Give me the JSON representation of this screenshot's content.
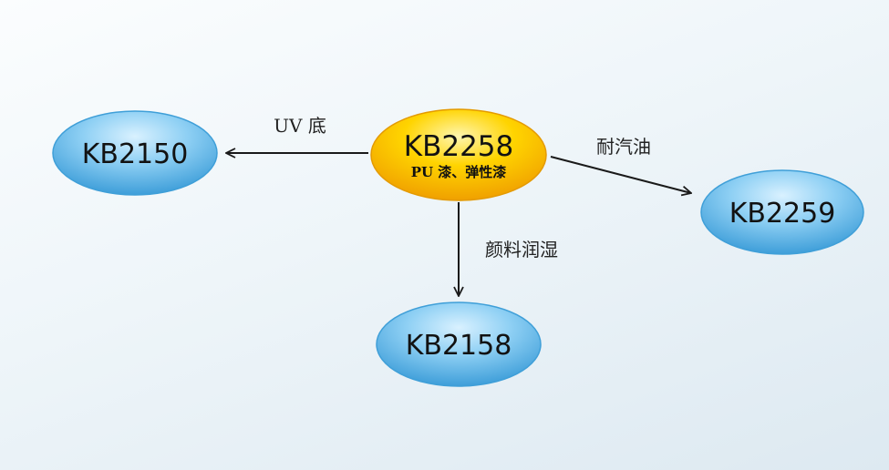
{
  "center": {
    "title": "KB2258",
    "subtitle": "PU 漆、弹性漆"
  },
  "nodes": {
    "left": "KB2150",
    "right": "KB2259",
    "bottom": "KB2158"
  },
  "edges": {
    "left": "UV 底",
    "right": "耐汽油",
    "bottom": "颜料润湿"
  },
  "colors": {
    "center_fill": "#ffd200",
    "center_edge": "#e49a00",
    "node_fill": "#7ec9f0",
    "node_edge": "#3f9fd8",
    "arrow": "#1a1a1a"
  }
}
